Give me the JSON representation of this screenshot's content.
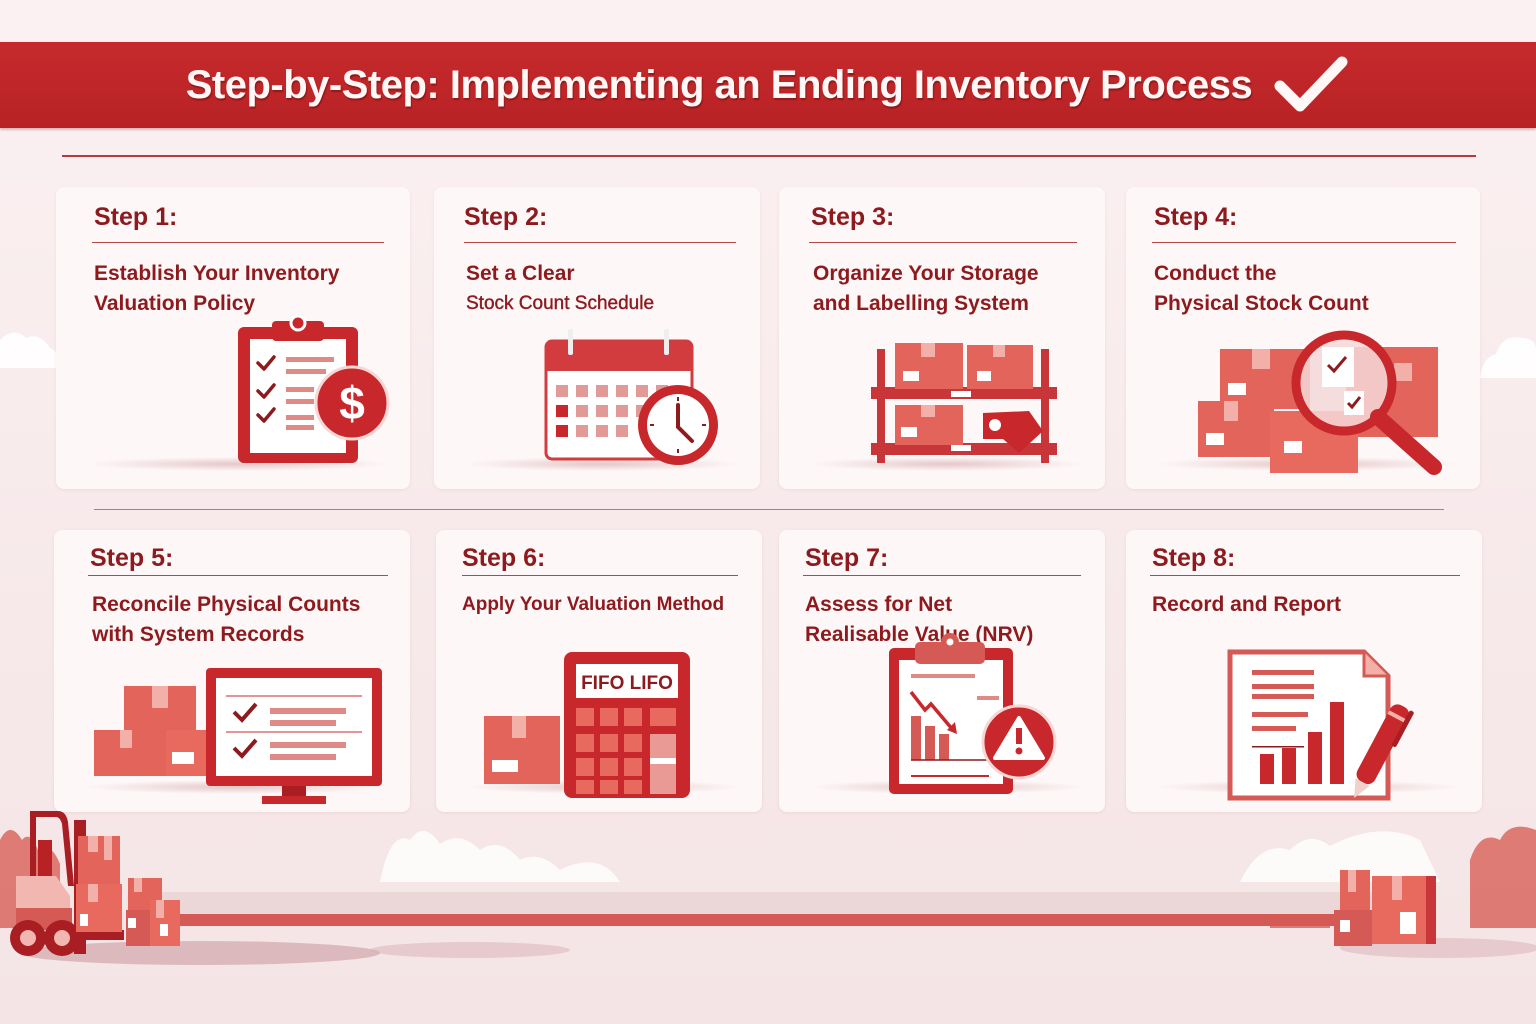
{
  "header": {
    "title": "Step-by-Step: Implementing an Ending Inventory Process",
    "icon": "checkmark-icon"
  },
  "colors": {
    "brand_red": "#c62a2c",
    "text_dark_red": "#8e1a1e",
    "box_salmon": "#e2645a",
    "background": "#fbf1f2"
  },
  "steps": [
    {
      "label": "Step 1:",
      "desc": [
        "Establish Your Inventory",
        "Valuation Policy"
      ],
      "icon": "clipboard-dollar-icon"
    },
    {
      "label": "Step 2:",
      "desc": [
        "Set a Clear",
        "Stock Count Schedule"
      ],
      "icon": "calendar-clock-icon"
    },
    {
      "label": "Step 3:",
      "desc": [
        "Organize Your Storage",
        "and Labelling System"
      ],
      "icon": "shelf-boxes-tag-icon"
    },
    {
      "label": "Step 4:",
      "desc": [
        "Conduct the",
        "Physical Stock Count"
      ],
      "icon": "boxes-magnifier-icon"
    },
    {
      "label": "Step 5:",
      "desc": [
        "Reconcile Physical Counts",
        "with System Records"
      ],
      "icon": "boxes-monitor-checklist-icon"
    },
    {
      "label": "Step 6:",
      "desc": [
        "Apply Your Valuation Method",
        ""
      ],
      "icon": "calculator-icon",
      "calc_display": "FIFO LIFO"
    },
    {
      "label": "Step 7:",
      "desc": [
        "Assess for Net",
        "Realisable Value (NRV)"
      ],
      "icon": "clipboard-warning-icon"
    },
    {
      "label": "Step 8:",
      "desc": [
        "Record and Report",
        ""
      ],
      "icon": "report-pen-icon"
    }
  ],
  "footer_scene": {
    "icons": [
      "forklift-icon",
      "box-stack-icon",
      "box-stack-icon"
    ]
  }
}
